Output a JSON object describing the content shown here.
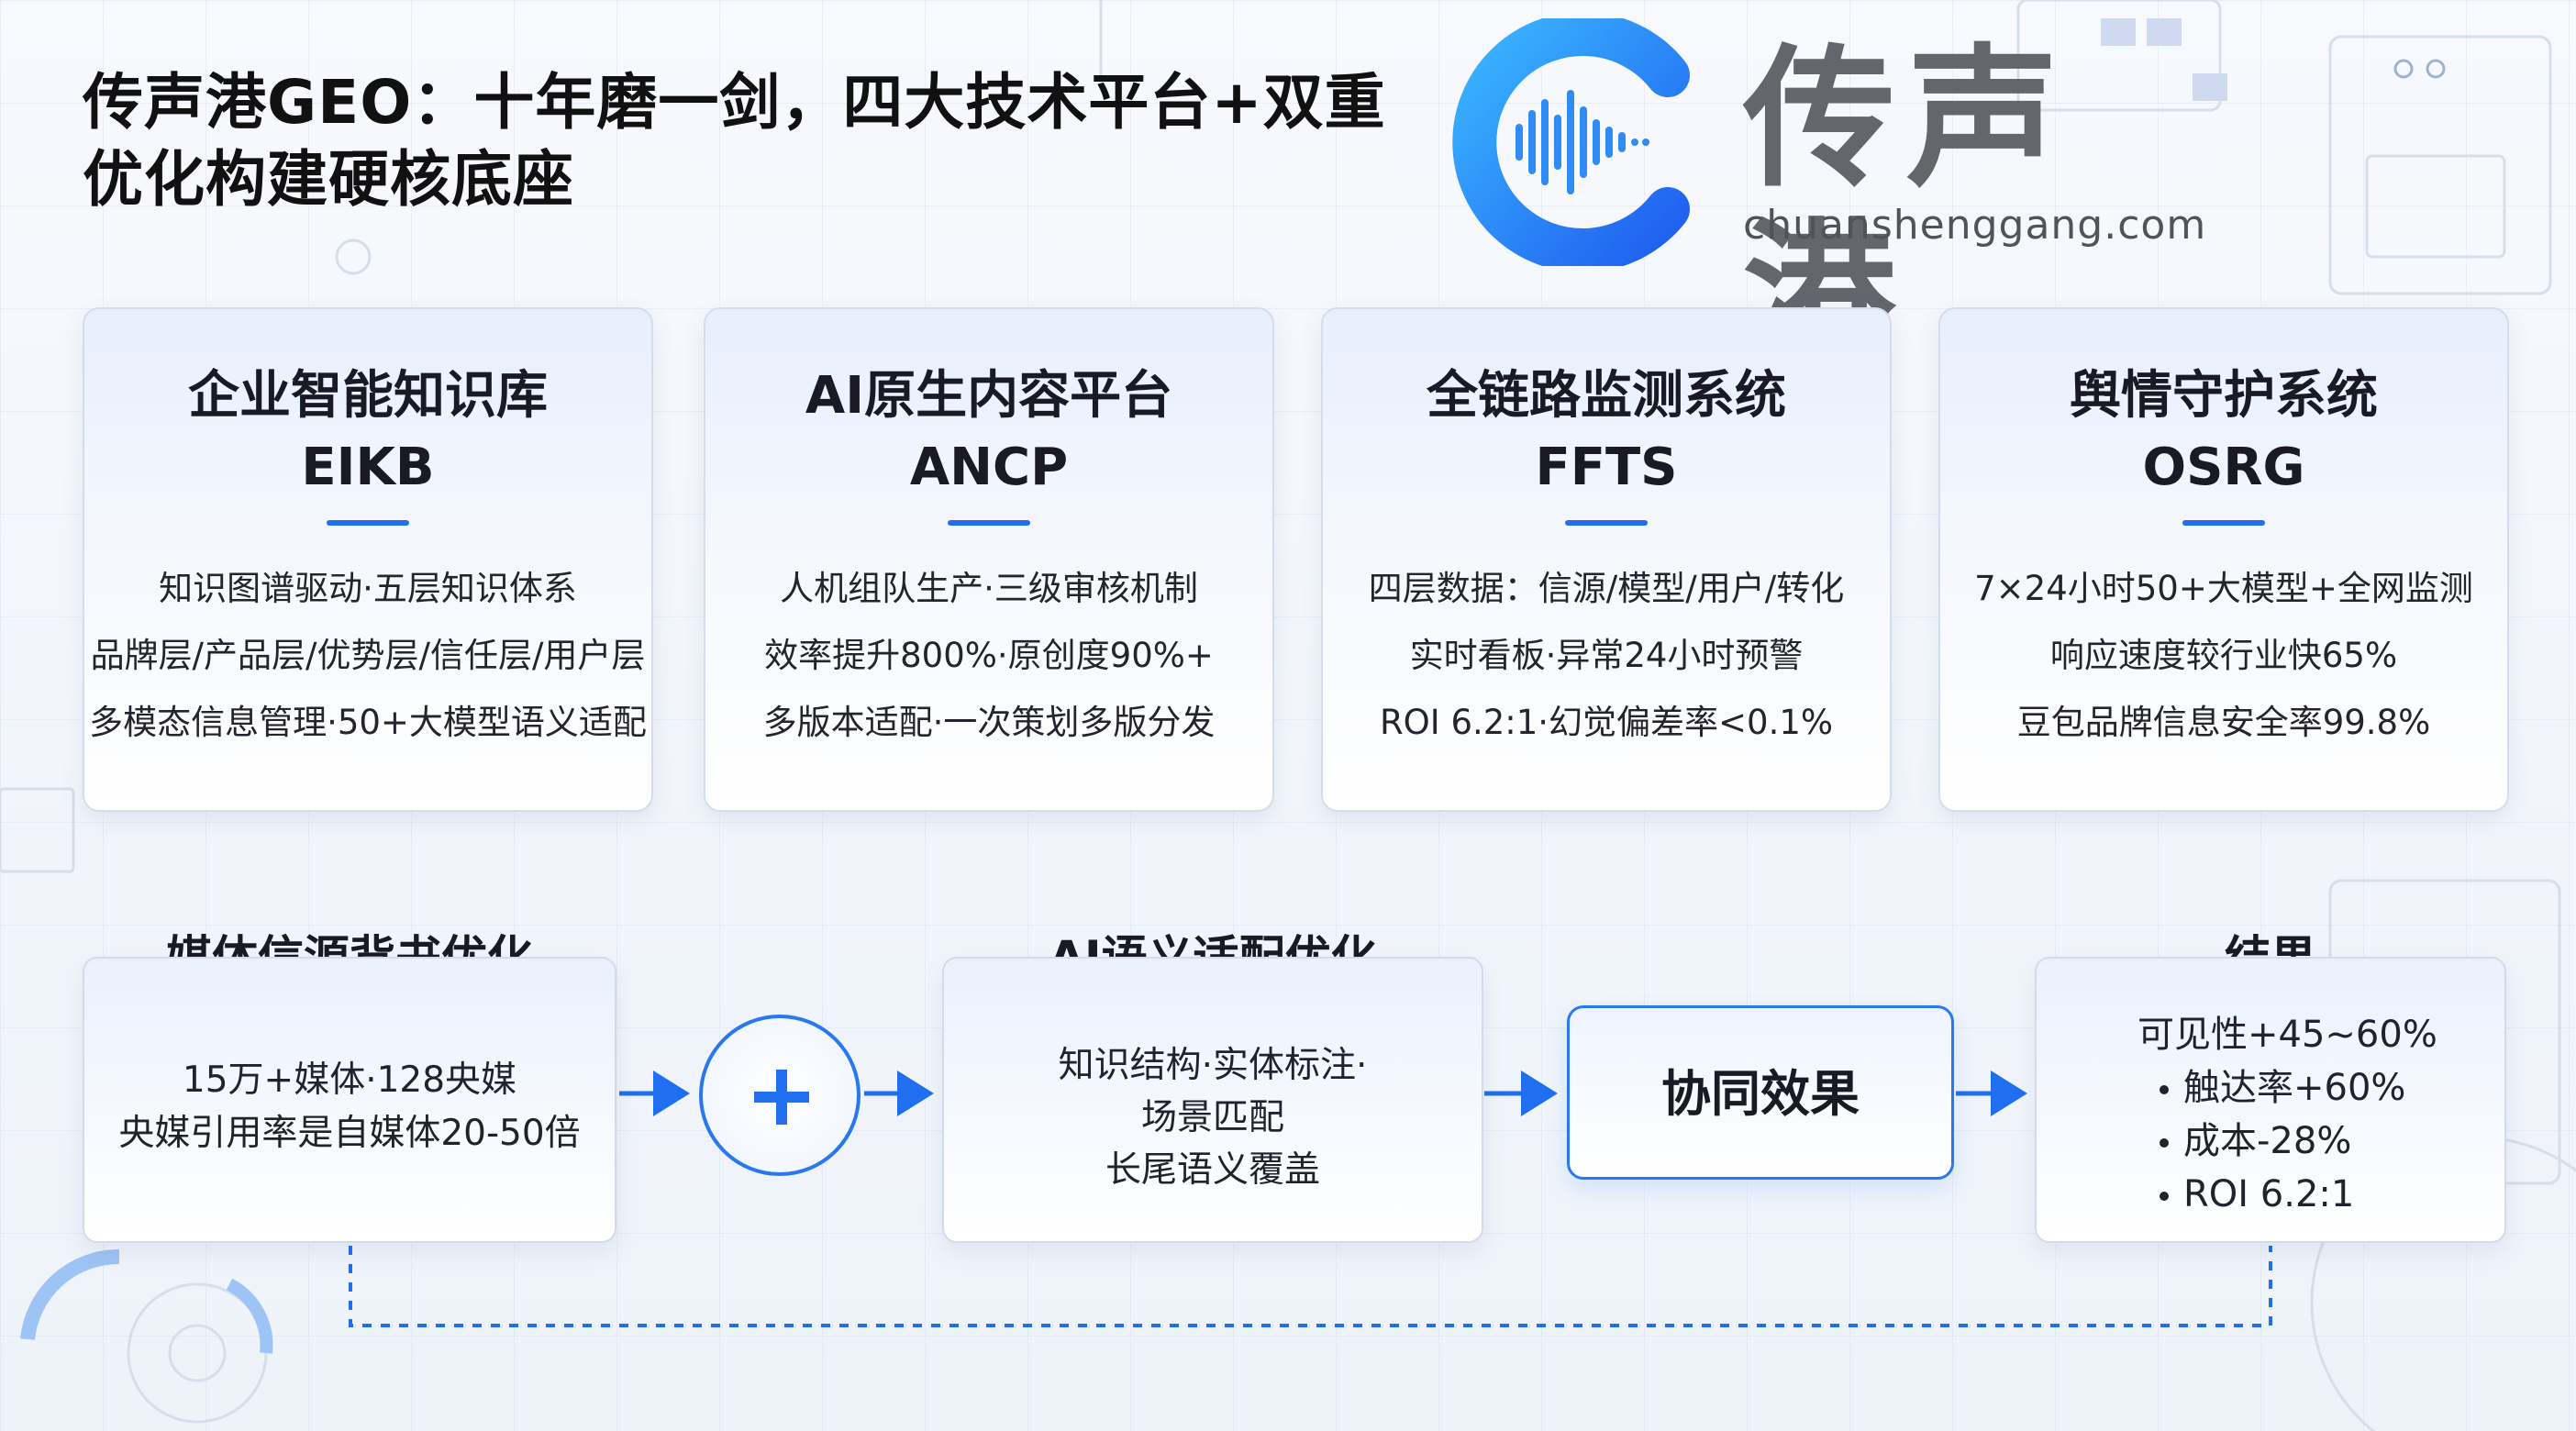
{
  "title": "传声港GEO：十年磨一剑，四大技术平台+双重优化构建硬核底座",
  "logo": {
    "name": "传声港",
    "url": "chuanshenggang.com"
  },
  "colors": {
    "accent": "#1f6ff0",
    "accent_light": "#3aa0ff",
    "card_border": "#d5dceb"
  },
  "platforms": [
    {
      "name": "企业智能知识库",
      "code": "EIKB",
      "lines": [
        "知识图谱驱动·五层知识体系",
        "品牌层/产品层/优势层/信任层/用户层",
        "多模态信息管理·50+大模型语义适配"
      ]
    },
    {
      "name": "AI原生内容平台",
      "code": "ANCP",
      "lines": [
        "人机组队生产·三级审核机制",
        "效率提升800%·原创度90%+",
        "多版本适配·一次策划多版分发"
      ]
    },
    {
      "name": "全链路监测系统",
      "code": "FFTS",
      "lines": [
        "四层数据：信源/模型/用户/转化",
        "实时看板·异常24小时预警",
        "ROI 6.2:1·幻觉偏差率<0.1%"
      ]
    },
    {
      "name": "舆情守护系统",
      "code": "OSRG",
      "lines": [
        "7×24小时50+大模型+全网监测",
        "响应速度较行业快65%",
        "豆包品牌信息安全率99.8%"
      ]
    }
  ],
  "flow": {
    "media": {
      "label": "媒体信源背书优化",
      "lines": [
        "15万+媒体·128央媒",
        "央媒引用率是自媒体20-50倍"
      ]
    },
    "semantic": {
      "label": "AI语义适配优化",
      "lines": [
        "知识结构·实体标注·",
        "场景匹配",
        "长尾语义覆盖"
      ]
    },
    "synergy": {
      "label": "协同效果"
    },
    "result": {
      "label": "结果",
      "lines": [
        "可见性+45~60%",
        "触达率+60%",
        "成本-28%",
        "ROI 6.2:1"
      ]
    }
  }
}
